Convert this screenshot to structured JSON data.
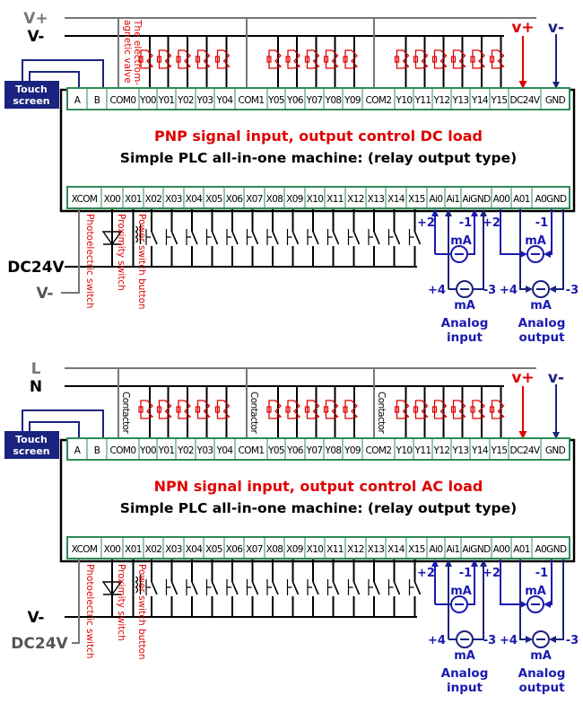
{
  "colors": {
    "red": "#e00000",
    "navy": "#1a237e",
    "blue": "#1a1ab0",
    "green": "#2e8b57",
    "gray": "#777777"
  },
  "panels": [
    {
      "rail_top": "V+",
      "rail_second": "V-",
      "com_annotation": "The electrom-agnetic valve",
      "com_annotation_lines": [
        "The electrom-",
        "agnetic valve"
      ],
      "title": "PNP signal input, output control DC load",
      "subtitle": "Simple PLC all-in-one machine: (relay output type)",
      "input_rail_black": "DC24V",
      "input_rail_gray": "V-",
      "contactor_label": ""
    },
    {
      "rail_top": "L",
      "rail_second": "N",
      "com_annotation": "",
      "contactor_label": "Contactor",
      "title": "NPN signal input, output control AC load",
      "subtitle": "Simple PLC all-in-one machine: (relay output type)",
      "input_rail_black": "V-",
      "input_rail_gray": "DC24V"
    }
  ],
  "touch_screen": [
    "Touch",
    "screen"
  ],
  "power_labels": {
    "vplus": "v+",
    "vminus": "v-"
  },
  "top_terminals": [
    "A",
    "B",
    "COM0",
    "Y00",
    "Y01",
    "Y02",
    "Y03",
    "Y04",
    "COM1",
    "Y05",
    "Y06",
    "Y07",
    "Y08",
    "Y09",
    "COM2",
    "Y10",
    "Y11",
    "Y12",
    "Y13",
    "Y14",
    "Y15",
    "DC24V",
    "GND"
  ],
  "bottom_terminals": [
    "XCOM",
    "X00",
    "X01",
    "X02",
    "X03",
    "X04",
    "X05",
    "X06",
    "X07",
    "X08",
    "X09",
    "X10",
    "X11",
    "X12",
    "X13",
    "X14",
    "X15",
    "Ai0",
    "Ai1",
    "AiGND",
    "A00",
    "A01",
    "A0GND"
  ],
  "input_annotations": [
    "Photoelectric switch",
    "Proximity switch",
    "Power switch button"
  ],
  "analog": {
    "meter_unit": "mA",
    "input": {
      "labels": [
        "+2",
        "-1",
        "+4",
        "-3"
      ],
      "caption": [
        "Analog",
        "input"
      ]
    },
    "output": {
      "labels": [
        "+2",
        "-1",
        "+4",
        "-3"
      ],
      "caption": [
        "Analog",
        "output"
      ]
    }
  }
}
